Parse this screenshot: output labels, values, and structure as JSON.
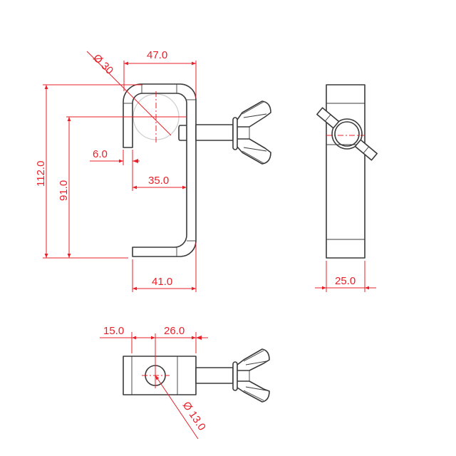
{
  "drawing": {
    "title": "Hook clamp with wing bolt — technical drawing",
    "colors": {
      "part_outline": "#3a3a3a",
      "dimension": "#e8202a",
      "pipe_outline": "#cccccc",
      "background": "#ffffff"
    },
    "views": {
      "front": {
        "dimensions": {
          "pipe_diameter": "Ø 30",
          "hook_width": "47.0",
          "total_height": "112.0",
          "inner_height": "91.0",
          "wall_thickness": "6.0",
          "throat_width": "35.0",
          "bottom_leg": "41.0"
        }
      },
      "side": {
        "dimensions": {
          "width": "25.0"
        }
      },
      "top": {
        "dimensions": {
          "hole_offset": "15.0",
          "hole_to_edge": "26.0",
          "hole_diameter": "Ø 13.0"
        }
      }
    }
  }
}
